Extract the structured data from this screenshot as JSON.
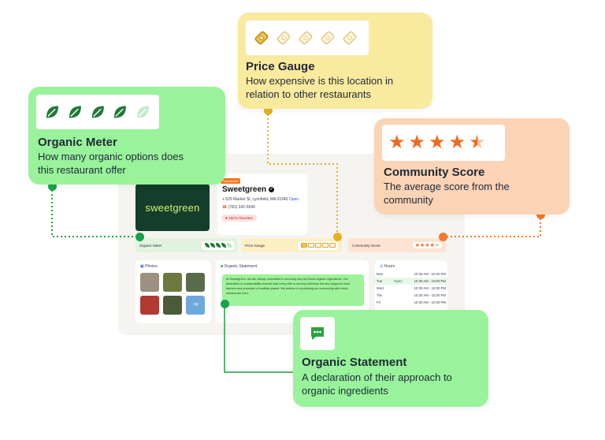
{
  "app": {
    "logo_text": "sweetgreen",
    "sponsored": "Sponsored",
    "name": "Sweetgreen",
    "address": "625 Market St, Lynnfield, MA 01940",
    "status": "Open",
    "phone": "(781) 342-5540",
    "favorite_label": "Add to favorites",
    "organic_meter_label": "Organic Meter",
    "price_gauge_label": "Price Gauge",
    "community_score_label": "Community Score",
    "photos_label": "Photos",
    "photos_more": "+6",
    "statement_label": "Organic Statement",
    "statement_text": "At Sweetgreen, we are deeply committed to sourcing only the finest organic ingredients. Our dedication to sustainability ensures that every bite is not only delicious but also supports local farmers and promotes a healthier planet. We believe in nourishing our community with fresh, wholesome food.",
    "hours_label": "Hours",
    "hours": [
      {
        "day": "Mon",
        "open": "",
        "time": "10:30 AM - 10:00 PM"
      },
      {
        "day": "Tue",
        "open": "Open",
        "time": "10:30 AM - 10:00 PM"
      },
      {
        "day": "Wed",
        "open": "",
        "time": "10:30 AM - 10:00 PM"
      },
      {
        "day": "Thu",
        "open": "",
        "time": "10:30 AM - 10:00 PM"
      },
      {
        "day": "Fri",
        "open": "",
        "time": "10:30 AM - 10:00 PM"
      }
    ]
  },
  "callouts": {
    "organic_meter": {
      "title": "Organic Meter",
      "desc_line1": "How many organic options does",
      "desc_line2": "this restaurant offer",
      "leaves_filled": 4,
      "leaves_total": 5
    },
    "price_gauge": {
      "title": "Price Gauge",
      "desc_line1": "How expensive is this location in",
      "desc_line2": "relation to other restaurants",
      "tags_filled": 1,
      "tags_total": 5
    },
    "community_score": {
      "title": "Community Score",
      "desc_line1": "The average score from the",
      "desc_line2": "community",
      "stars": 4.5,
      "stars_total": 5
    },
    "organic_statement": {
      "title": "Organic Statement",
      "desc_line1": "A declaration of their approach to",
      "desc_line2": "organic ingredients"
    }
  },
  "colors": {
    "green_callout": "#98f39b",
    "yellow_callout": "#f9ea9e",
    "orange_callout": "#fbd3b5",
    "leaf_green": "#1f7a36",
    "star_orange": "#ef6a1e",
    "tag_gold": "#d8a33a"
  },
  "icons": [
    "leaf-icon",
    "price-tag-icon",
    "star-icon",
    "chat-bubble-icon",
    "verified-check-icon",
    "location-pin-icon",
    "phone-icon",
    "heart-icon",
    "photos-icon",
    "clock-icon"
  ]
}
